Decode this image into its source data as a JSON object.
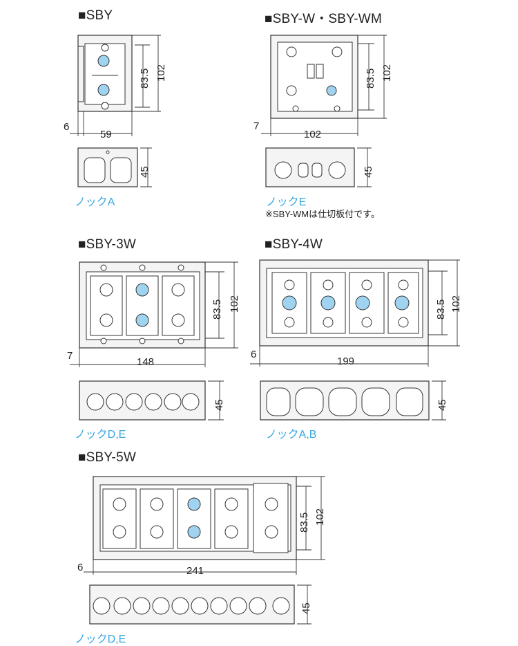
{
  "titles": {
    "sby": "■SBY",
    "sbyw": "■SBY-W・SBY-WM",
    "sby3w": "■SBY-3W",
    "sby4w": "■SBY-4W",
    "sby5w": "■SBY-5W"
  },
  "knock": {
    "sby": "ノックA",
    "sbyw": "ノックE",
    "sby3w": "ノックD,E",
    "sby4w": "ノックA,B",
    "sby5w": "ノックD,E"
  },
  "note_sbyw": "※SBY-WMは仕切板付です。",
  "dims": {
    "sby": {
      "h_inner": "83.5",
      "h_outer": "102",
      "offset": "6",
      "width": "59",
      "depth": "45"
    },
    "sbyw": {
      "h_inner": "83.5",
      "h_outer": "102",
      "offset": "7",
      "width": "102",
      "depth": "45"
    },
    "sby3w": {
      "h_inner": "83.5",
      "h_outer": "102",
      "offset": "7",
      "width": "148",
      "depth": "45"
    },
    "sby4w": {
      "h_inner": "83.5",
      "h_outer": "102",
      "offset": "6",
      "width": "199",
      "depth": "45"
    },
    "sby5w": {
      "h_inner": "83.5",
      "h_outer": "102",
      "offset": "6",
      "width": "241",
      "depth": "45"
    }
  },
  "colors": {
    "accent": "#3aa7df",
    "highlight": "#9fd3ef",
    "line": "#333333"
  }
}
